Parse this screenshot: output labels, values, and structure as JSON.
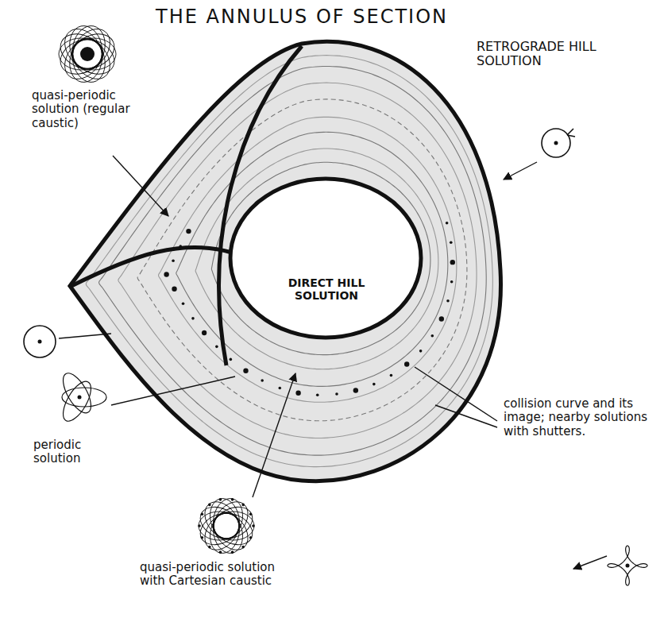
{
  "diagram": {
    "title": "THE ANNULUS OF SECTION",
    "labels": [
      "RETROGRADE HILL SOLUTION",
      "quasi-periodic solution (regular caustic)",
      "DIRECT HILL SOLUTION",
      "periodic solution",
      "quasi-periodic solution with Cartesian caustic",
      "collision curve and its image; nearby solutions with shutters."
    ]
  }
}
